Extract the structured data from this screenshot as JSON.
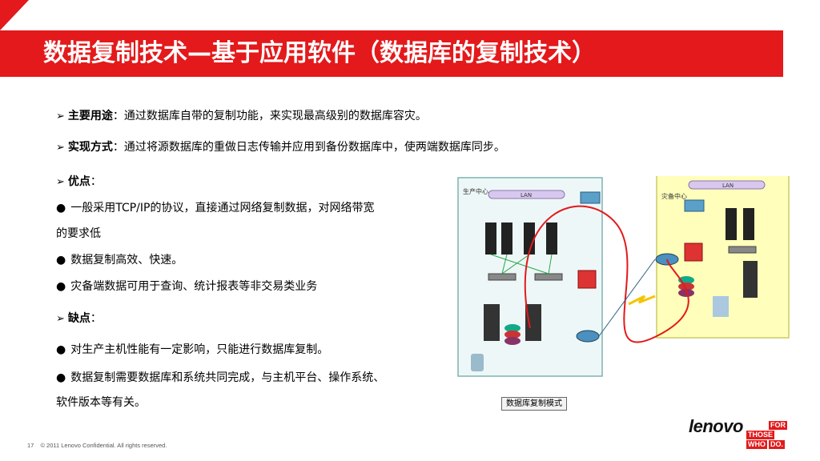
{
  "title": "数据复制技术—基于应用软件（数据库的复制技术）",
  "sections": {
    "main_use": {
      "label": "主要用途",
      "colon": "：",
      "text": "通过数据库自带的复制功能，来实现最高级别的数据库容灾。"
    },
    "method": {
      "label": "实现方式",
      "colon": "：",
      "text": "通过将源数据库的重做日志传输并应用到备份数据库中，使两端数据库同步。"
    },
    "pros": {
      "label": "优点",
      "colon": "：",
      "items": [
        "一般采用TCP/IP的协议，直接通过网络复制数据，对网络带宽",
        "的要求低",
        "数据复制高效、快速。",
        "灾备端数据可用于查询、统计报表等非交易类业务"
      ]
    },
    "cons": {
      "label": "缺点",
      "colon": "：",
      "items": [
        "对生产主机性能有一定影响，只能进行数据库复制。",
        "数据复制需要数据库和系统共同完成，与主机平台、操作系统、",
        "软件版本等有关。"
      ]
    }
  },
  "diagram": {
    "caption": "数据库复制模式",
    "left_site": "生产中心",
    "right_site": "灾备中心",
    "lan": "LAN",
    "colors": {
      "left_bg": "#eef7f7",
      "right_bg": "#ffffbb",
      "link": "#e3191b",
      "lightning": "#f5c400"
    }
  },
  "footer": {
    "page": "17",
    "copyright": "© 2011 Lenovo Confidential. All rights reserved."
  },
  "logo": {
    "brand": "lenovo",
    "tag1": "FOR",
    "tag2": "THOSE",
    "tag3": "WHO",
    "tag4": "DO."
  },
  "colors": {
    "accent": "#e3191b"
  }
}
